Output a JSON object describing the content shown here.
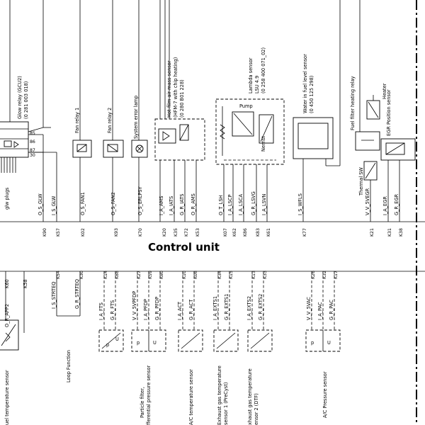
{
  "diagram": {
    "title": "Control unit",
    "top_components": [
      {
        "id": "glow",
        "label": "Glow relay (GCU2)",
        "part": "(0 281 003 018)",
        "signal": "O_S_GLW",
        "sense": "I_S_GLW",
        "pins": [
          "K90",
          "K57"
        ]
      },
      {
        "id": "fan1",
        "label": "Fan relay 1",
        "signal": "O_S_FAN1",
        "pins": [
          "K02"
        ]
      },
      {
        "id": "fan2",
        "label": "Fan relay 2",
        "signal": "O_S_FAN2",
        "pins": [
          "K93"
        ]
      },
      {
        "id": "lamp",
        "label": "System error lamp",
        "signal": "O_S_ERLPSY",
        "pins": [
          "K70"
        ]
      },
      {
        "id": "hfm",
        "label": "Hot-film air mass sensor",
        "sub": "(HFM-7 with chip heating)",
        "part": "(0 280 B01 228)",
        "signals": [
          "I_A_AMS",
          "I_A_IATS",
          "G_R_IATS",
          "O_R_AMS"
        ],
        "pins": [
          "K20",
          "K35",
          "K72",
          "K53"
        ]
      },
      {
        "id": "lambda",
        "label": "Lambda sensor",
        "sub": "LSU 4.9",
        "part": "(0 258 400 071_02)",
        "inner_pump": "Pump",
        "inner_nernst": "Nernst",
        "signals": [
          "O_T_LSH",
          "I_A_LSCP",
          "I_A_LSCA",
          "G_R_LSVG",
          "I_A_LSVN"
        ],
        "pins": [
          "K07",
          "K62",
          "K86",
          "K83",
          "K61"
        ]
      },
      {
        "id": "wifs",
        "label": "Water in fuel level sensor",
        "part": "(0 450 125 298)",
        "signal": "I_S_WFLS",
        "pins": [
          "K77"
        ]
      },
      {
        "id": "ffheat",
        "label": "Fuel filter heating relay",
        "heater": "Heater"
      },
      {
        "id": "egr",
        "label": "EGR Position sensor",
        "thermal": "Thermal SW",
        "signals": [
          "V_V_5VEGR",
          "I_A_EGR",
          "G_R_EGR"
        ],
        "pins": [
          "K21",
          "K31",
          "K38"
        ]
      }
    ],
    "bottom_components": [
      {
        "id": "fuelt",
        "label": "uel temperature sensor",
        "signals": [
          "O_R_APP2",
          "I_S_STRTEQ",
          "G_R_STRTEQ"
        ],
        "pins": [
          "K60",
          "K58"
        ]
      },
      {
        "id": "loop",
        "label": "Loop Function",
        "pins": [
          "K54",
          "K30"
        ]
      },
      {
        "id": "fts",
        "label": "",
        "signals": [
          "I_A_FTS",
          "G_R_FTS"
        ],
        "pins": [
          "K14",
          "K88"
        ]
      },
      {
        "id": "pf",
        "label": "Particle filter,",
        "sub": "fferential pressure sensor",
        "signals": [
          "V_V_5VPFDP",
          "I_A_PFDP",
          "G_R_PFDP"
        ],
        "pins": [
          "K27",
          "K59",
          "K80"
        ]
      },
      {
        "id": "act",
        "label": "A/C temperature sensor",
        "signals": [
          "I_A_ACT",
          "G_R_ACT"
        ],
        "pins": [
          "K10",
          "K08"
        ]
      },
      {
        "id": "egt1",
        "label": "Exhaust gas temperature",
        "sub": "sensor 1 (PreCyst)",
        "signals": [
          "I_A_EXTS1",
          "G_R_EXTS1"
        ],
        "pins": [
          "K34",
          "K15"
        ]
      },
      {
        "id": "egt2",
        "label": "xhaust gas temperature",
        "sub": "ensor 2 (DTF)",
        "signals": [
          "I_A_EXTS2",
          "G_R_EXTS2"
        ],
        "pins": [
          "K13",
          "K33"
        ]
      },
      {
        "id": "acp",
        "label": "A/C Pressure sensor",
        "signals": [
          "V_V_5VAC",
          "I_A_PAC",
          "G_R_PAC"
        ],
        "pins": [
          "K26",
          "K32",
          "K17"
        ]
      }
    ],
    "misc": {
      "plugs": "glw plugs",
      "sym_p": "p",
      "sym_u": "U",
      "glow_pins": [
        "85",
        "86",
        "87",
        "30"
      ]
    }
  }
}
